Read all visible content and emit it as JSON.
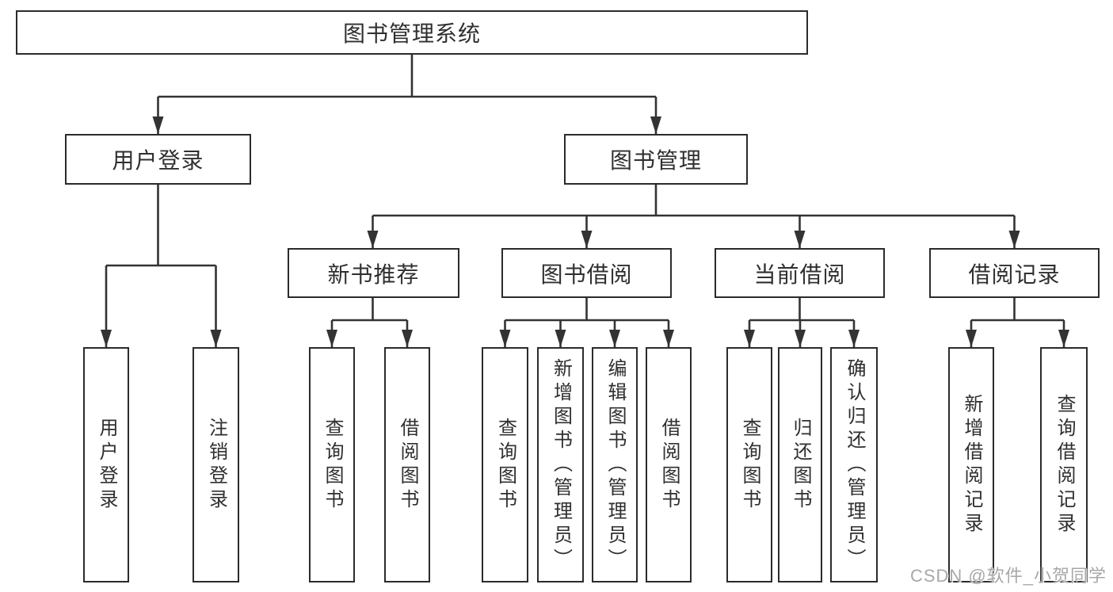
{
  "diagram": {
    "title": "图书管理系统",
    "watermark": "CSDN @软件_小贺同学",
    "colors": {
      "line": "#333333",
      "box_border": "#2b2b2b",
      "text": "#2f2f2f",
      "watermark": "#a8a8a8",
      "background": "#ffffff"
    },
    "nodes": {
      "root": {
        "label": "图书管理系统"
      },
      "user_login": {
        "label": "用户登录"
      },
      "book_mgmt": {
        "label": "图书管理"
      },
      "new_book_rec": {
        "label": "新书推荐"
      },
      "book_borrow": {
        "label": "图书借阅"
      },
      "current_borrow": {
        "label": "当前借阅"
      },
      "borrow_record": {
        "label": "借阅记录"
      },
      "leaf_user_login": {
        "label": "用户登录"
      },
      "leaf_logout": {
        "label": "注销登录"
      },
      "leaf_rec_query": {
        "label": "查询图书"
      },
      "leaf_rec_borrow": {
        "label": "借阅图书"
      },
      "leaf_bor_query": {
        "label": "查询图书"
      },
      "leaf_bor_add": {
        "label": "新增图书（管理员）"
      },
      "leaf_bor_edit": {
        "label": "编辑图书（管理员）"
      },
      "leaf_bor_borrow": {
        "label": "借阅图书"
      },
      "leaf_cur_query": {
        "label": "查询图书"
      },
      "leaf_cur_return": {
        "label": "归还图书"
      },
      "leaf_cur_confirm": {
        "label": "确认归还（管理员）"
      },
      "leaf_hist_add": {
        "label": "新增借阅记录"
      },
      "leaf_hist_query": {
        "label": "查询借阅记录"
      }
    }
  }
}
